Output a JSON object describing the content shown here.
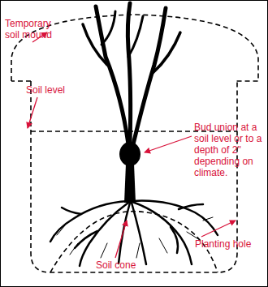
{
  "diagram": {
    "labels": [
      "Temporary soil mound",
      "Soil level",
      "Bud union at a soil level or to a depth of 2\" depending on climate.",
      "Planting hole",
      "Soil cone"
    ]
  }
}
